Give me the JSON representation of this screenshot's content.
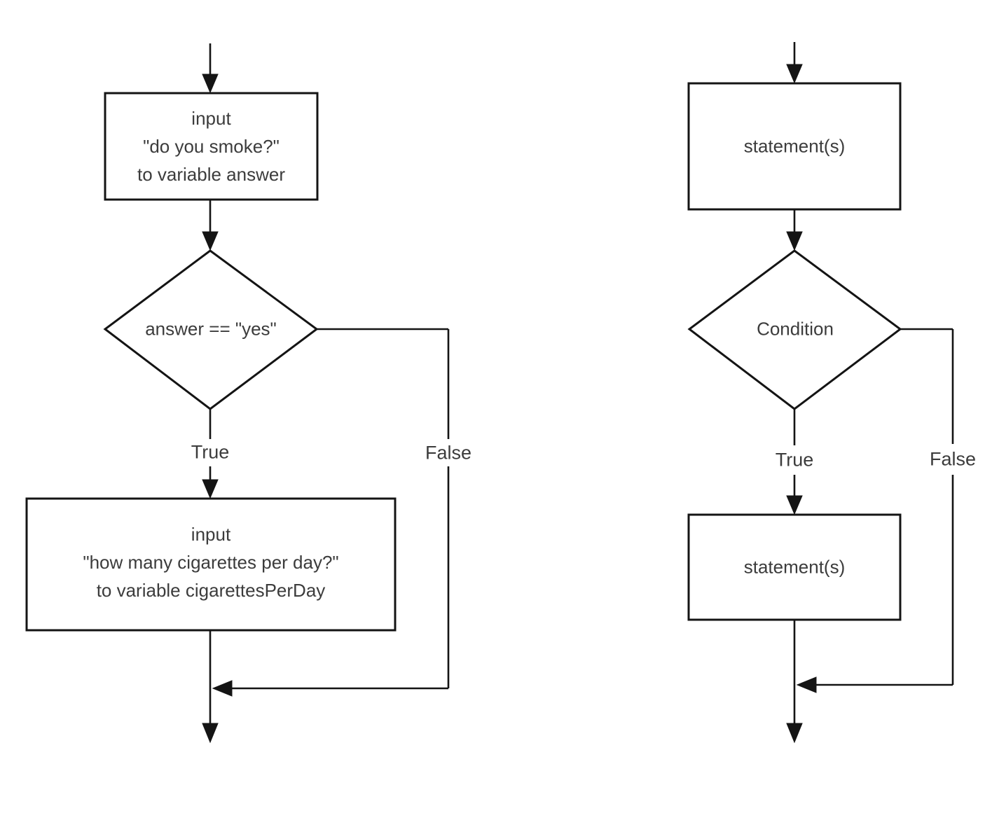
{
  "colors": {
    "line": "#141414",
    "text": "#3c3c3c",
    "background": "#ffffff"
  },
  "left_chart": {
    "start_box": {
      "lines": [
        "input",
        "\"do you smoke?\"",
        "to variable answer"
      ]
    },
    "decision": {
      "label": "answer == \"yes\""
    },
    "true_branch_label": "True",
    "false_branch_label": "False",
    "true_box": {
      "lines": [
        "input",
        "\"how many cigarettes per day?\"",
        "to variable cigarettesPerDay"
      ]
    }
  },
  "right_chart": {
    "start_box": {
      "label": "statement(s)"
    },
    "decision": {
      "label": "Condition"
    },
    "true_branch_label": "True",
    "false_branch_label": "False",
    "true_box": {
      "label": "statement(s)"
    }
  },
  "icons": {
    "arrowhead_down": "filled-triangle-down",
    "arrowhead_left": "filled-triangle-left"
  }
}
